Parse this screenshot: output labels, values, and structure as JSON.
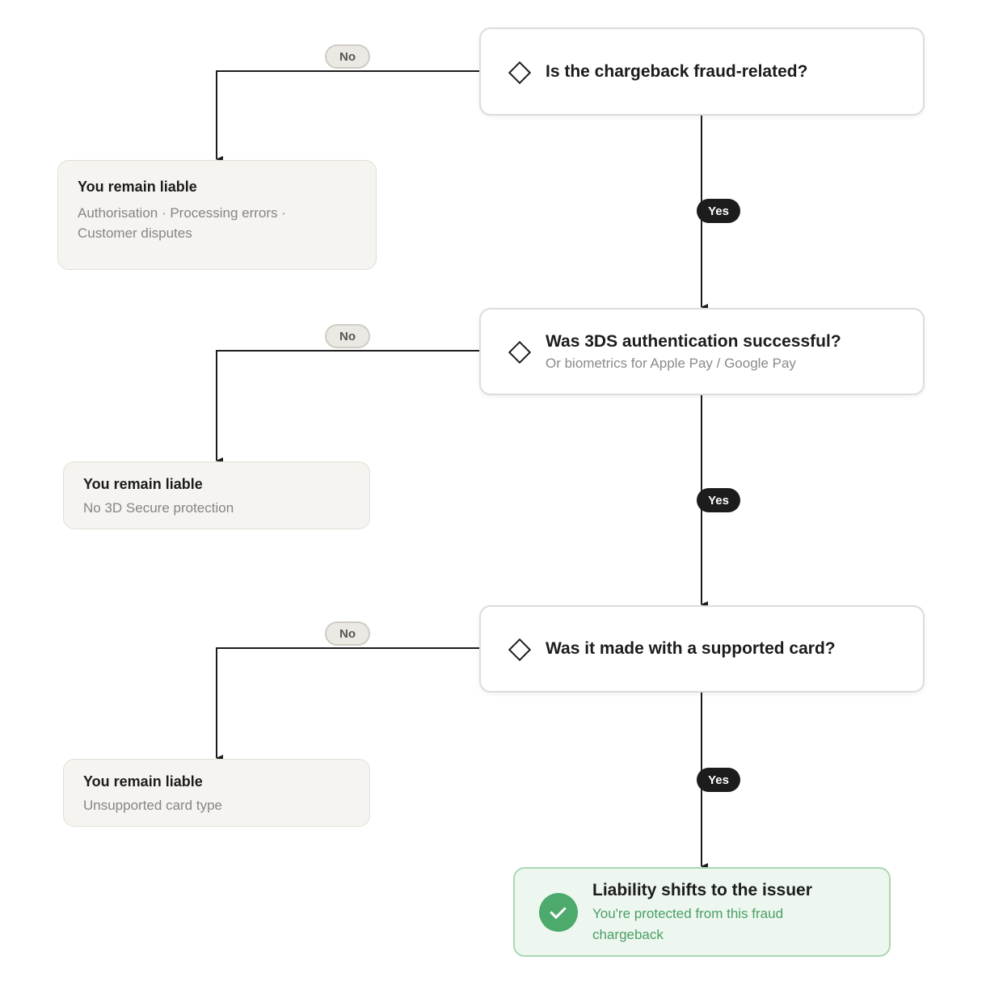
{
  "decisions": [
    {
      "question": "Is the chargeback fraud-related?",
      "subtitle": ""
    },
    {
      "question": "Was 3DS authentication successful?",
      "subtitle": "Or biometrics for Apple Pay / Google Pay"
    },
    {
      "question": "Was it made with a supported card?",
      "subtitle": ""
    }
  ],
  "outcomes": [
    {
      "title": "You remain liable",
      "detail": "Authorisation · Processing errors · Customer disputes"
    },
    {
      "title": "You remain liable",
      "detail": "No 3D Secure protection"
    },
    {
      "title": "You remain liable",
      "detail": "Unsupported card type"
    }
  ],
  "branch_labels": {
    "no": "No",
    "yes": "Yes"
  },
  "success": {
    "title": "Liability shifts to the issuer",
    "detail": "You're protected from this fraud chargeback",
    "icon": "check-icon"
  },
  "colors": {
    "accent_success": "#4caa6c",
    "success_bg": "#edf7ef",
    "liable_bg": "#f6f4f0",
    "line": "#1c1c1c"
  }
}
